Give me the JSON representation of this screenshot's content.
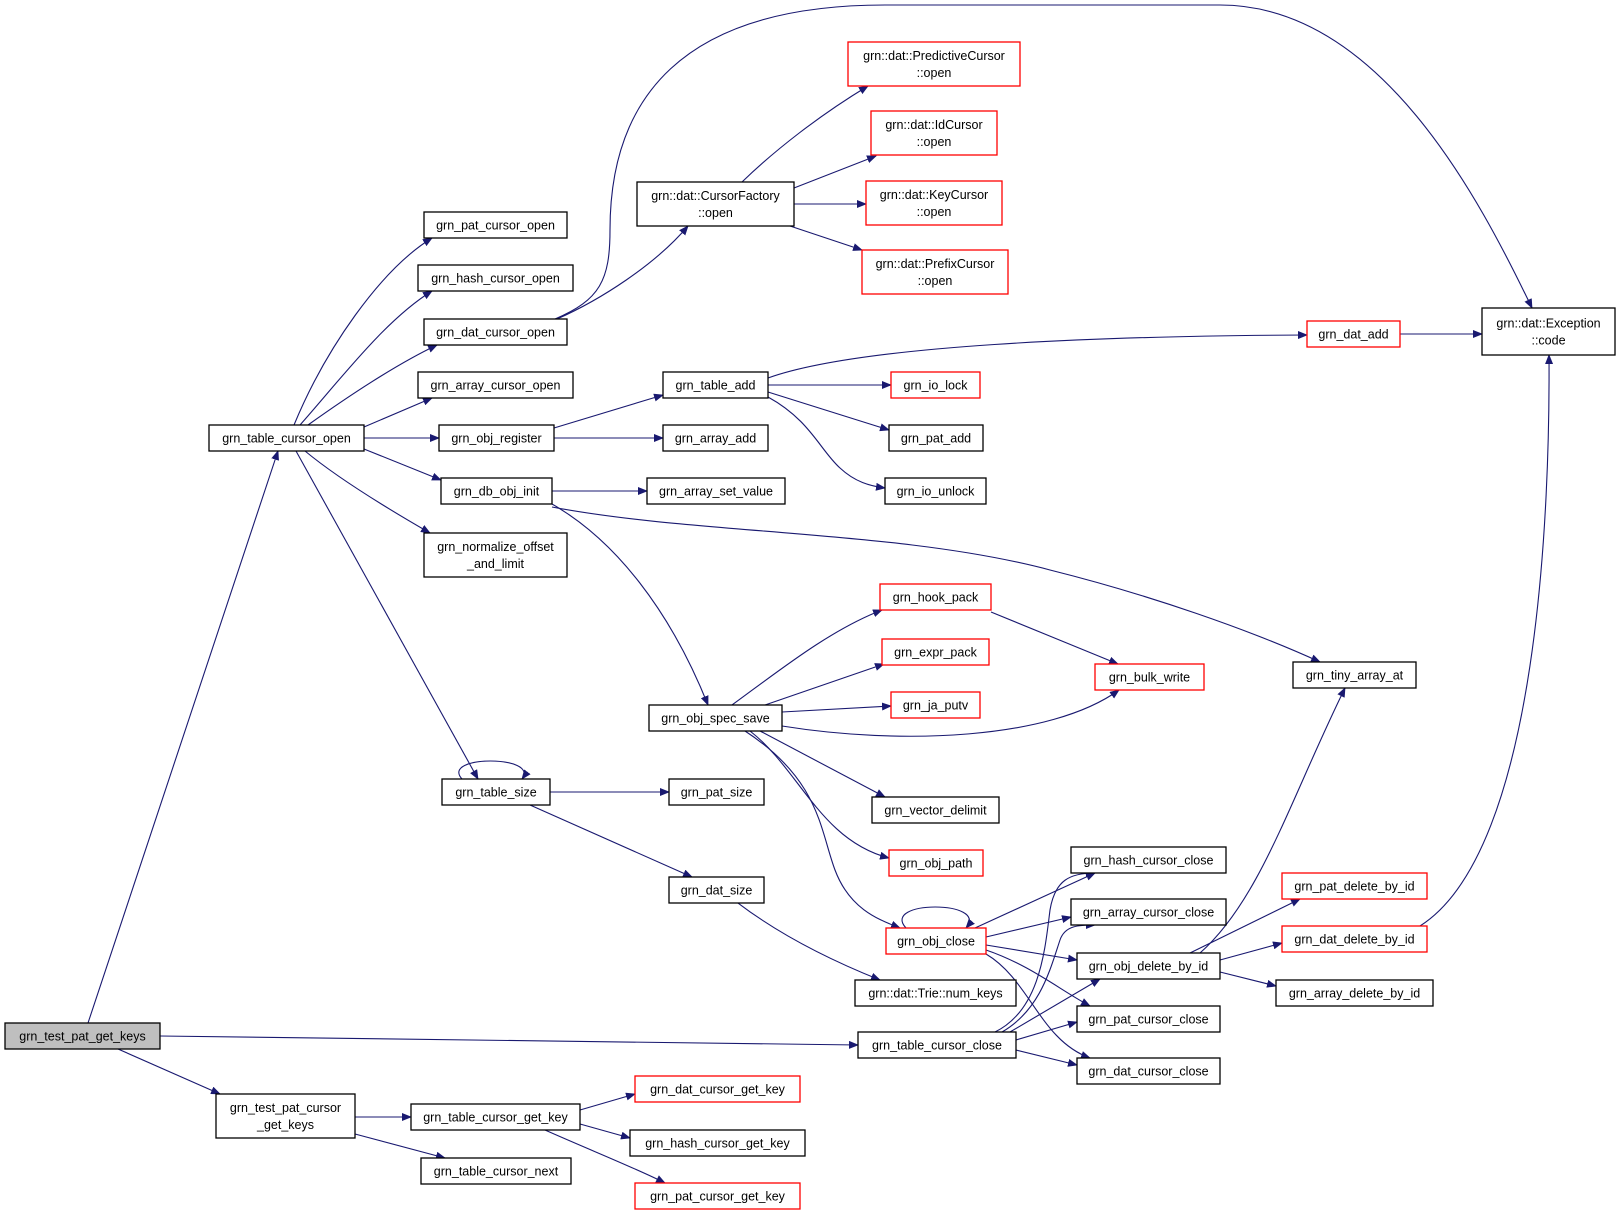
{
  "colors": {
    "edge": "#191970",
    "border_normal": "#000000",
    "border_truncated": "#ff0000",
    "root_fill": "#bfbfbf"
  },
  "nodes": [
    {
      "id": "test_pat_get_keys",
      "lines": [
        "grn_test_pat_get_keys"
      ],
      "style": "root"
    },
    {
      "id": "table_cursor_open",
      "lines": [
        "grn_table_cursor_open"
      ],
      "style": "normal"
    },
    {
      "id": "test_pat_cursor_get_keys",
      "lines": [
        "grn_test_pat_cursor",
        "_get_keys"
      ],
      "style": "normal"
    },
    {
      "id": "pat_cursor_open",
      "lines": [
        "grn_pat_cursor_open"
      ],
      "style": "normal"
    },
    {
      "id": "hash_cursor_open",
      "lines": [
        "grn_hash_cursor_open"
      ],
      "style": "normal"
    },
    {
      "id": "dat_cursor_open",
      "lines": [
        "grn_dat_cursor_open"
      ],
      "style": "normal"
    },
    {
      "id": "array_cursor_open",
      "lines": [
        "grn_array_cursor_open"
      ],
      "style": "normal"
    },
    {
      "id": "obj_register",
      "lines": [
        "grn_obj_register"
      ],
      "style": "normal"
    },
    {
      "id": "db_obj_init",
      "lines": [
        "grn_db_obj_init"
      ],
      "style": "normal"
    },
    {
      "id": "normalize_offset",
      "lines": [
        "grn_normalize_offset",
        "_and_limit"
      ],
      "style": "normal"
    },
    {
      "id": "table_size",
      "lines": [
        "grn_table_size"
      ],
      "style": "normal"
    },
    {
      "id": "table_cursor_get_key",
      "lines": [
        "grn_table_cursor_get_key"
      ],
      "style": "normal"
    },
    {
      "id": "table_cursor_next",
      "lines": [
        "grn_table_cursor_next"
      ],
      "style": "normal"
    },
    {
      "id": "cursor_factory_open",
      "lines": [
        "grn::dat::CursorFactory",
        "::open"
      ],
      "style": "normal"
    },
    {
      "id": "predictive_open",
      "lines": [
        "grn::dat::PredictiveCursor",
        "::open"
      ],
      "style": "truncated"
    },
    {
      "id": "id_cursor_open",
      "lines": [
        "grn::dat::IdCursor",
        "::open"
      ],
      "style": "truncated"
    },
    {
      "id": "key_cursor_open",
      "lines": [
        "grn::dat::KeyCursor",
        "::open"
      ],
      "style": "truncated"
    },
    {
      "id": "prefix_open",
      "lines": [
        "grn::dat::PrefixCursor",
        "::open"
      ],
      "style": "truncated"
    },
    {
      "id": "exception_code",
      "lines": [
        "grn::dat::Exception",
        "::code"
      ],
      "style": "normal"
    },
    {
      "id": "table_add",
      "lines": [
        "grn_table_add"
      ],
      "style": "normal"
    },
    {
      "id": "array_add",
      "lines": [
        "grn_array_add"
      ],
      "style": "normal"
    },
    {
      "id": "array_set_value",
      "lines": [
        "grn_array_set_value"
      ],
      "style": "normal"
    },
    {
      "id": "dat_add",
      "lines": [
        "grn_dat_add"
      ],
      "style": "truncated"
    },
    {
      "id": "io_lock",
      "lines": [
        "grn_io_lock"
      ],
      "style": "truncated"
    },
    {
      "id": "pat_add",
      "lines": [
        "grn_pat_add"
      ],
      "style": "normal"
    },
    {
      "id": "io_unlock",
      "lines": [
        "grn_io_unlock"
      ],
      "style": "normal"
    },
    {
      "id": "hook_pack",
      "lines": [
        "grn_hook_pack"
      ],
      "style": "truncated"
    },
    {
      "id": "expr_pack",
      "lines": [
        "grn_expr_pack"
      ],
      "style": "truncated"
    },
    {
      "id": "ja_putv",
      "lines": [
        "grn_ja_putv"
      ],
      "style": "truncated"
    },
    {
      "id": "bulk_write",
      "lines": [
        "grn_bulk_write"
      ],
      "style": "truncated"
    },
    {
      "id": "obj_spec_save",
      "lines": [
        "grn_obj_spec_save"
      ],
      "style": "normal"
    },
    {
      "id": "tiny_array_at",
      "lines": [
        "grn_tiny_array_at"
      ],
      "style": "normal"
    },
    {
      "id": "vector_delimit",
      "lines": [
        "grn_vector_delimit"
      ],
      "style": "normal"
    },
    {
      "id": "obj_path",
      "lines": [
        "grn_obj_path"
      ],
      "style": "truncated"
    },
    {
      "id": "pat_size",
      "lines": [
        "grn_pat_size"
      ],
      "style": "normal"
    },
    {
      "id": "dat_size",
      "lines": [
        "grn_dat_size"
      ],
      "style": "normal"
    },
    {
      "id": "trie_num_keys",
      "lines": [
        "grn::dat::Trie::num_keys"
      ],
      "style": "normal"
    },
    {
      "id": "obj_close",
      "lines": [
        "grn_obj_close"
      ],
      "style": "truncated"
    },
    {
      "id": "hash_cursor_close",
      "lines": [
        "grn_hash_cursor_close"
      ],
      "style": "normal"
    },
    {
      "id": "array_cursor_close",
      "lines": [
        "grn_array_cursor_close"
      ],
      "style": "normal"
    },
    {
      "id": "obj_delete_by_id",
      "lines": [
        "grn_obj_delete_by_id"
      ],
      "style": "normal"
    },
    {
      "id": "pat_cursor_close",
      "lines": [
        "grn_pat_cursor_close"
      ],
      "style": "normal"
    },
    {
      "id": "dat_cursor_close",
      "lines": [
        "grn_dat_cursor_close"
      ],
      "style": "normal"
    },
    {
      "id": "table_cursor_close",
      "lines": [
        "grn_table_cursor_close"
      ],
      "style": "normal"
    },
    {
      "id": "pat_delete_by_id",
      "lines": [
        "grn_pat_delete_by_id"
      ],
      "style": "truncated"
    },
    {
      "id": "dat_delete_by_id",
      "lines": [
        "grn_dat_delete_by_id"
      ],
      "style": "truncated"
    },
    {
      "id": "array_delete_by_id",
      "lines": [
        "grn_array_delete_by_id"
      ],
      "style": "normal"
    },
    {
      "id": "dat_cursor_get_key",
      "lines": [
        "grn_dat_cursor_get_key"
      ],
      "style": "truncated"
    },
    {
      "id": "hash_cursor_get_key",
      "lines": [
        "grn_hash_cursor_get_key"
      ],
      "style": "normal"
    },
    {
      "id": "pat_cursor_get_key",
      "lines": [
        "grn_pat_cursor_get_key"
      ],
      "style": "truncated"
    }
  ],
  "edges": [
    {
      "from": "test_pat_get_keys",
      "to": "table_cursor_open"
    },
    {
      "from": "test_pat_get_keys",
      "to": "table_cursor_close"
    },
    {
      "from": "test_pat_get_keys",
      "to": "test_pat_cursor_get_keys"
    },
    {
      "from": "table_cursor_open",
      "to": "pat_cursor_open"
    },
    {
      "from": "table_cursor_open",
      "to": "hash_cursor_open"
    },
    {
      "from": "table_cursor_open",
      "to": "dat_cursor_open"
    },
    {
      "from": "table_cursor_open",
      "to": "array_cursor_open"
    },
    {
      "from": "table_cursor_open",
      "to": "obj_register"
    },
    {
      "from": "table_cursor_open",
      "to": "db_obj_init"
    },
    {
      "from": "table_cursor_open",
      "to": "normalize_offset"
    },
    {
      "from": "table_cursor_open",
      "to": "table_size"
    },
    {
      "from": "dat_cursor_open",
      "to": "cursor_factory_open"
    },
    {
      "from": "dat_cursor_open",
      "to": "exception_code"
    },
    {
      "from": "cursor_factory_open",
      "to": "predictive_open"
    },
    {
      "from": "cursor_factory_open",
      "to": "id_cursor_open"
    },
    {
      "from": "cursor_factory_open",
      "to": "key_cursor_open"
    },
    {
      "from": "cursor_factory_open",
      "to": "prefix_open"
    },
    {
      "from": "obj_register",
      "to": "table_add"
    },
    {
      "from": "obj_register",
      "to": "array_add"
    },
    {
      "from": "table_add",
      "to": "dat_add"
    },
    {
      "from": "table_add",
      "to": "io_lock"
    },
    {
      "from": "table_add",
      "to": "pat_add"
    },
    {
      "from": "table_add",
      "to": "io_unlock"
    },
    {
      "from": "dat_add",
      "to": "exception_code"
    },
    {
      "from": "db_obj_init",
      "to": "array_set_value"
    },
    {
      "from": "db_obj_init",
      "to": "obj_spec_save"
    },
    {
      "from": "db_obj_init",
      "to": "tiny_array_at"
    },
    {
      "from": "obj_spec_save",
      "to": "hook_pack"
    },
    {
      "from": "obj_spec_save",
      "to": "expr_pack"
    },
    {
      "from": "obj_spec_save",
      "to": "ja_putv"
    },
    {
      "from": "obj_spec_save",
      "to": "bulk_write"
    },
    {
      "from": "obj_spec_save",
      "to": "vector_delimit"
    },
    {
      "from": "obj_spec_save",
      "to": "obj_path"
    },
    {
      "from": "obj_spec_save",
      "to": "obj_close"
    },
    {
      "from": "hook_pack",
      "to": "bulk_write"
    },
    {
      "from": "table_size",
      "to": "table_size"
    },
    {
      "from": "table_size",
      "to": "pat_size"
    },
    {
      "from": "table_size",
      "to": "dat_size"
    },
    {
      "from": "dat_size",
      "to": "trie_num_keys"
    },
    {
      "from": "obj_close",
      "to": "obj_close"
    },
    {
      "from": "obj_close",
      "to": "hash_cursor_close"
    },
    {
      "from": "obj_close",
      "to": "array_cursor_close"
    },
    {
      "from": "obj_close",
      "to": "obj_delete_by_id"
    },
    {
      "from": "obj_close",
      "to": "pat_cursor_close"
    },
    {
      "from": "obj_close",
      "to": "dat_cursor_close"
    },
    {
      "from": "obj_delete_by_id",
      "to": "pat_delete_by_id"
    },
    {
      "from": "obj_delete_by_id",
      "to": "dat_delete_by_id"
    },
    {
      "from": "obj_delete_by_id",
      "to": "array_delete_by_id"
    },
    {
      "from": "obj_delete_by_id",
      "to": "tiny_array_at"
    },
    {
      "from": "dat_delete_by_id",
      "to": "exception_code"
    },
    {
      "from": "table_cursor_close",
      "to": "hash_cursor_close"
    },
    {
      "from": "table_cursor_close",
      "to": "array_cursor_close"
    },
    {
      "from": "table_cursor_close",
      "to": "obj_delete_by_id"
    },
    {
      "from": "table_cursor_close",
      "to": "pat_cursor_close"
    },
    {
      "from": "table_cursor_close",
      "to": "dat_cursor_close"
    },
    {
      "from": "test_pat_cursor_get_keys",
      "to": "table_cursor_get_key"
    },
    {
      "from": "test_pat_cursor_get_keys",
      "to": "table_cursor_next"
    },
    {
      "from": "table_cursor_get_key",
      "to": "dat_cursor_get_key"
    },
    {
      "from": "table_cursor_get_key",
      "to": "hash_cursor_get_key"
    },
    {
      "from": "table_cursor_get_key",
      "to": "pat_cursor_get_key"
    }
  ]
}
